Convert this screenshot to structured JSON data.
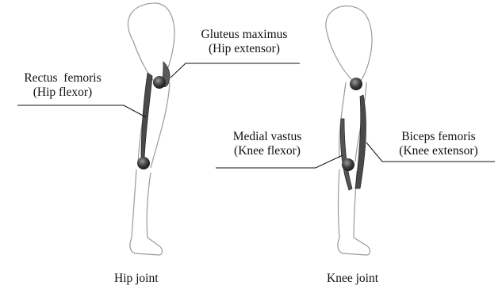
{
  "figures": [
    {
      "caption": "Hip joint",
      "muscles": [
        {
          "name": "Gluteus maximus",
          "role": "(Hip extensor)"
        },
        {
          "name": "Rectus  femoris",
          "role": "(Hip flexor)"
        }
      ]
    },
    {
      "caption": "Knee joint",
      "muscles": [
        {
          "name": "Medial vastus",
          "role": "(Knee flexor)"
        },
        {
          "name": "Biceps femoris",
          "role": "(Knee extensor)"
        }
      ]
    }
  ],
  "colors": {
    "outline": "#8a8a8a",
    "muscle": "#4a4a4a",
    "joint": "#555555",
    "leader": "#111111"
  }
}
